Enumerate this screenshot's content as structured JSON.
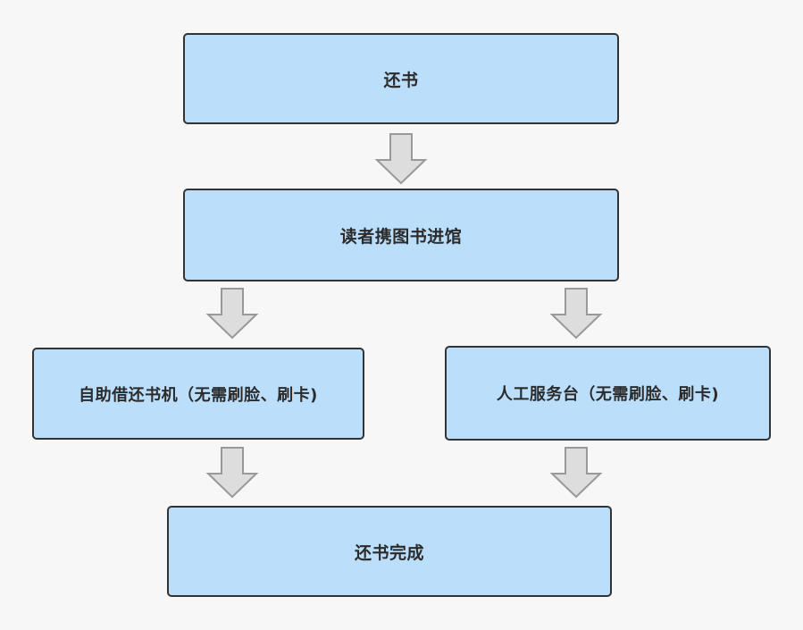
{
  "diagram": {
    "colors": {
      "box_fill": "#bbdefb",
      "box_border": "#333333",
      "arrow_fill": "#dddddd",
      "arrow_stroke": "#999999",
      "background": "#f7f7f7"
    },
    "nodes": {
      "return_books": "还书",
      "reader_enters": "读者携图书进馆",
      "self_service": "自助借还书机（无需刷脸、刷卡)",
      "manual_desk": "人工服务台（无需刷脸、刷卡)",
      "complete": "还书完成"
    },
    "edges": [
      {
        "from": "return_books",
        "to": "reader_enters",
        "icon": "down-arrow-icon"
      },
      {
        "from": "reader_enters",
        "to": "self_service",
        "icon": "down-arrow-icon"
      },
      {
        "from": "reader_enters",
        "to": "manual_desk",
        "icon": "down-arrow-icon"
      },
      {
        "from": "self_service",
        "to": "complete",
        "icon": "down-arrow-icon"
      },
      {
        "from": "manual_desk",
        "to": "complete",
        "icon": "down-arrow-icon"
      }
    ]
  }
}
